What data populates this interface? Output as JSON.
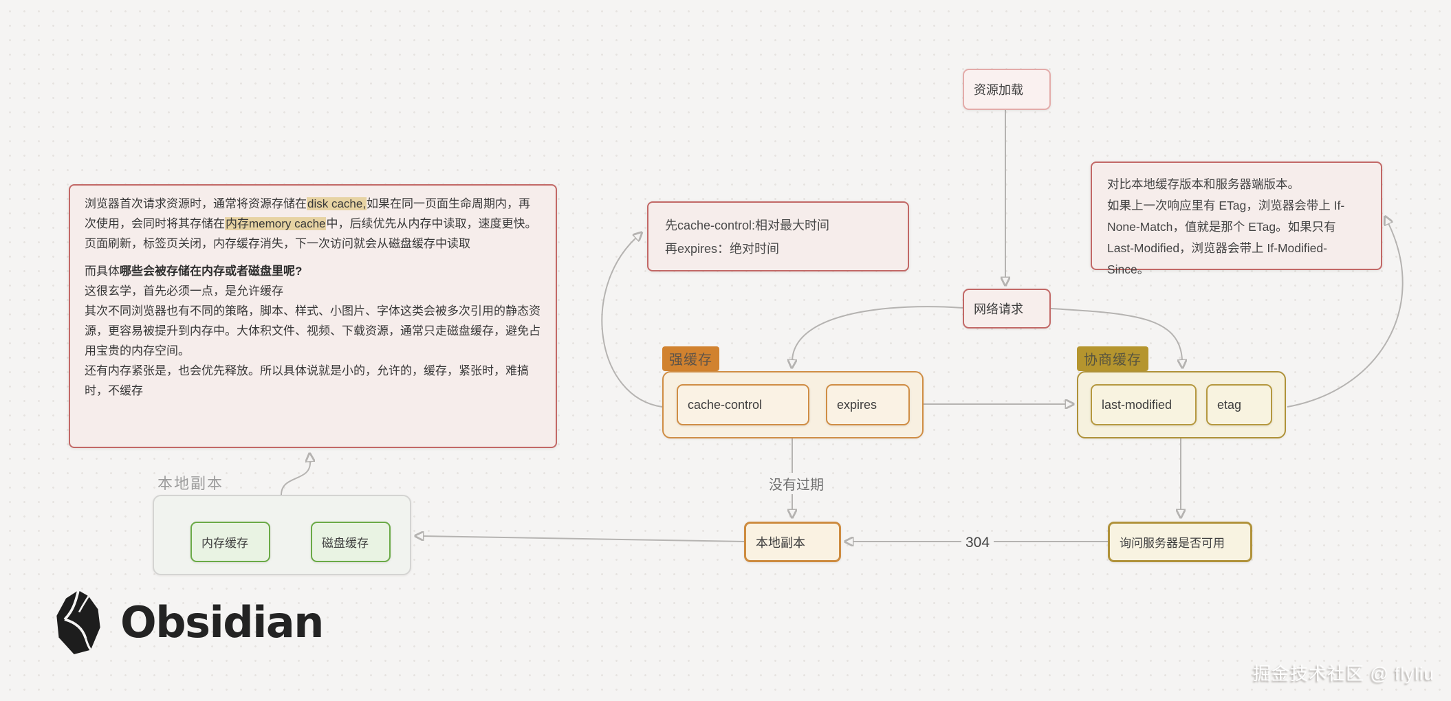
{
  "nodes": {
    "resource_load": "资源加载",
    "network_request": "网络请求",
    "cache_control": "cache-control",
    "expires": "expires",
    "last_modified": "last-modified",
    "etag": "etag",
    "local_copy": "本地副本",
    "ask_server": "询问服务器是否可用",
    "memory_cache": "内存缓存",
    "disk_cache": "磁盘缓存",
    "cc_note": {
      "line1": "先cache-control:相对最大时间",
      "line2": "再expires：绝对时间"
    },
    "etag_note": {
      "line1": "对比本地缓存版本和服务器端版本。",
      "line2": "如果上一次响应里有 ETag，浏览器会带上 If-None-Match，值就是那个 ETag。如果只有 Last-Modified，浏览器会带上 If-Modified-Since。"
    },
    "info_note": {
      "p1a": "浏览器首次请求资源时，通常将资源存储在",
      "p1_hl1": "disk cache,",
      "p1b": "如果在同一页面生命周期内，再次使用，会同时将其存储在",
      "p1_hl2": "内存memory cache",
      "p1c": "中，后续优先从内存中读取，速度更快。页面刷新，标签页关闭，内存缓存消失，下一次访问就会从磁盘缓存中读取",
      "p2a": "而具体",
      "p2b": "哪些会被存储在内存或者磁盘里呢?",
      "p3": "这很玄学，首先必须一点，是允许缓存",
      "p4": "其次不同浏览器也有不同的策略，脚本、样式、小图片、字体这类会被多次引用的静态资源，更容易被提升到内存中。大体积文件、视频、下载资源，通常只走磁盘缓存，避免占用宝贵的内存空间。",
      "p5": "还有内存紧张是，也会优先释放。所以具体说就是小的，允许的，缓存，紧张时，难搞时，不缓存"
    }
  },
  "labels": {
    "strong_cache": "强缓存",
    "negotiate_cache": "协商缓存",
    "local_copy_group": "本地副本"
  },
  "edge_labels": {
    "not_expired": "没有过期",
    "status_304": "304"
  },
  "branding": {
    "logo_text": "Obsidian",
    "watermark": "掘金技术社区 @ flyliu"
  },
  "colors": {
    "canvas_bg": "#f5f4f3",
    "red_accent": "#c26866",
    "red_soft": "#e3aba9",
    "pink_node_bg": "#f7eeec",
    "orange_accent": "#cf8d44",
    "orange_label_bg": "#d1822f",
    "cream_bg": "#f8f0e1",
    "olive_accent": "#b0923a",
    "olive_label_bg": "#b5952e",
    "olive_bg": "#f6f1de",
    "green_accent": "#6aaa46",
    "green_bg": "#e9f3e3",
    "line_gray": "#b5b3b1",
    "text_highlight": "#e7d3a3"
  }
}
